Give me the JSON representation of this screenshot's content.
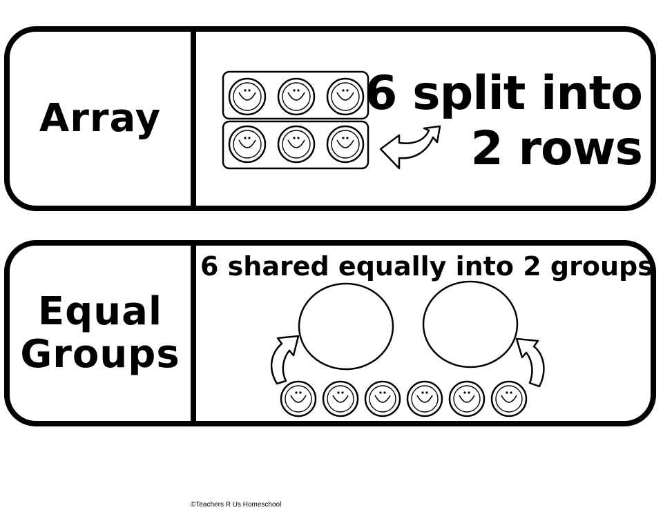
{
  "cards": [
    {
      "term": [
        "Array"
      ],
      "description": [
        "6 split into",
        "2 rows"
      ],
      "icons": {
        "counter": "smiley-face-counter-icon",
        "arrow": "curved-arrow-left-icon"
      }
    },
    {
      "term": [
        "Equal",
        "Groups"
      ],
      "description": "6 shared equally into 2 groups",
      "icons": {
        "counter": "smiley-face-counter-icon",
        "group": "group-circle-icon",
        "arrow": "curved-arrow-up-icon"
      }
    }
  ],
  "footer": "©Teachers R Us Homeschool"
}
